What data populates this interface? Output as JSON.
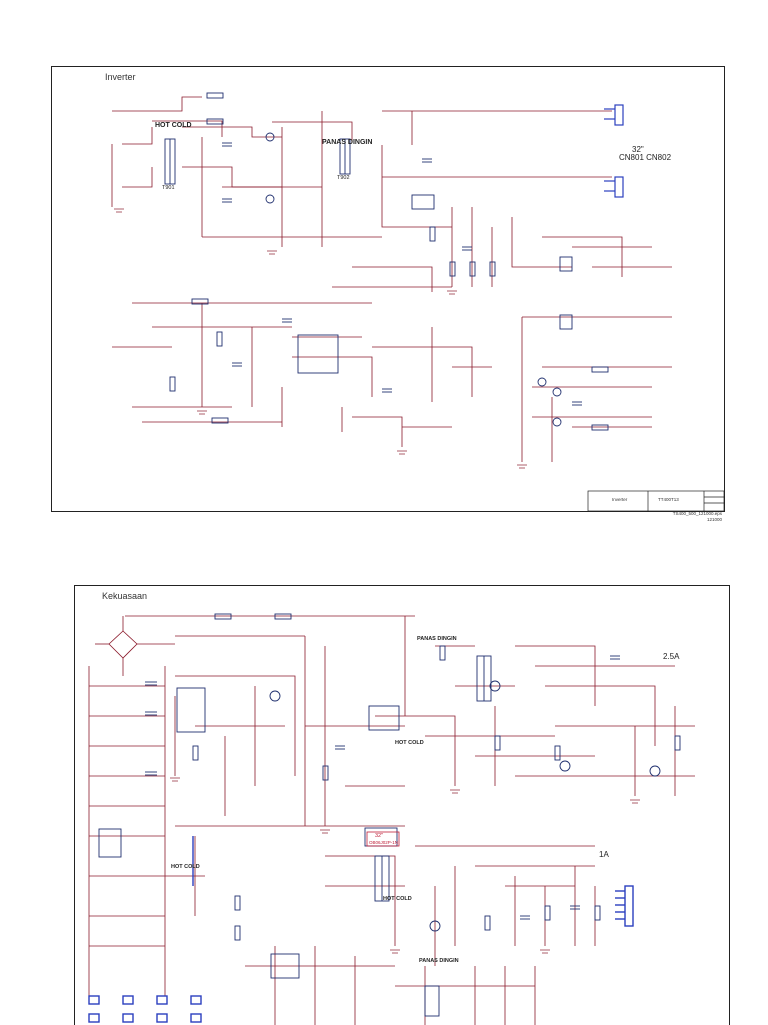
{
  "sheet1": {
    "title": "Inverter",
    "labels": {
      "hot_cold": "HOT COLD",
      "panas_dingin": "PANAS DINGIN",
      "size": "32\"",
      "connectors": "CN801 CN802",
      "transformer_left": "T901",
      "transformer_right": "T902"
    },
    "title_block": {
      "name": "Inverter",
      "code": "TT400T13"
    },
    "footer": {
      "line1": "TS400_500_121000.eps",
      "line2": "121000"
    }
  },
  "sheet2": {
    "title": "Kekuasaan",
    "labels": {
      "panas_dingin_top": "PANAS DINGIN",
      "hot_cold_mid": "HOT COLD",
      "box_size": "32\"",
      "box_code": "OB06J02P-1N",
      "hot_cold_low": "HOT COLD",
      "hot_cold_left": "HOT COLD",
      "panas_dingin_bottom": "PANAS DINGIN",
      "current_1": "2.5A",
      "current_2": "1A"
    }
  },
  "colors": {
    "wire": "#8b1a2b",
    "ink": "#1f2f6e",
    "frame": "#222222",
    "accent": "#2b3fbf"
  }
}
